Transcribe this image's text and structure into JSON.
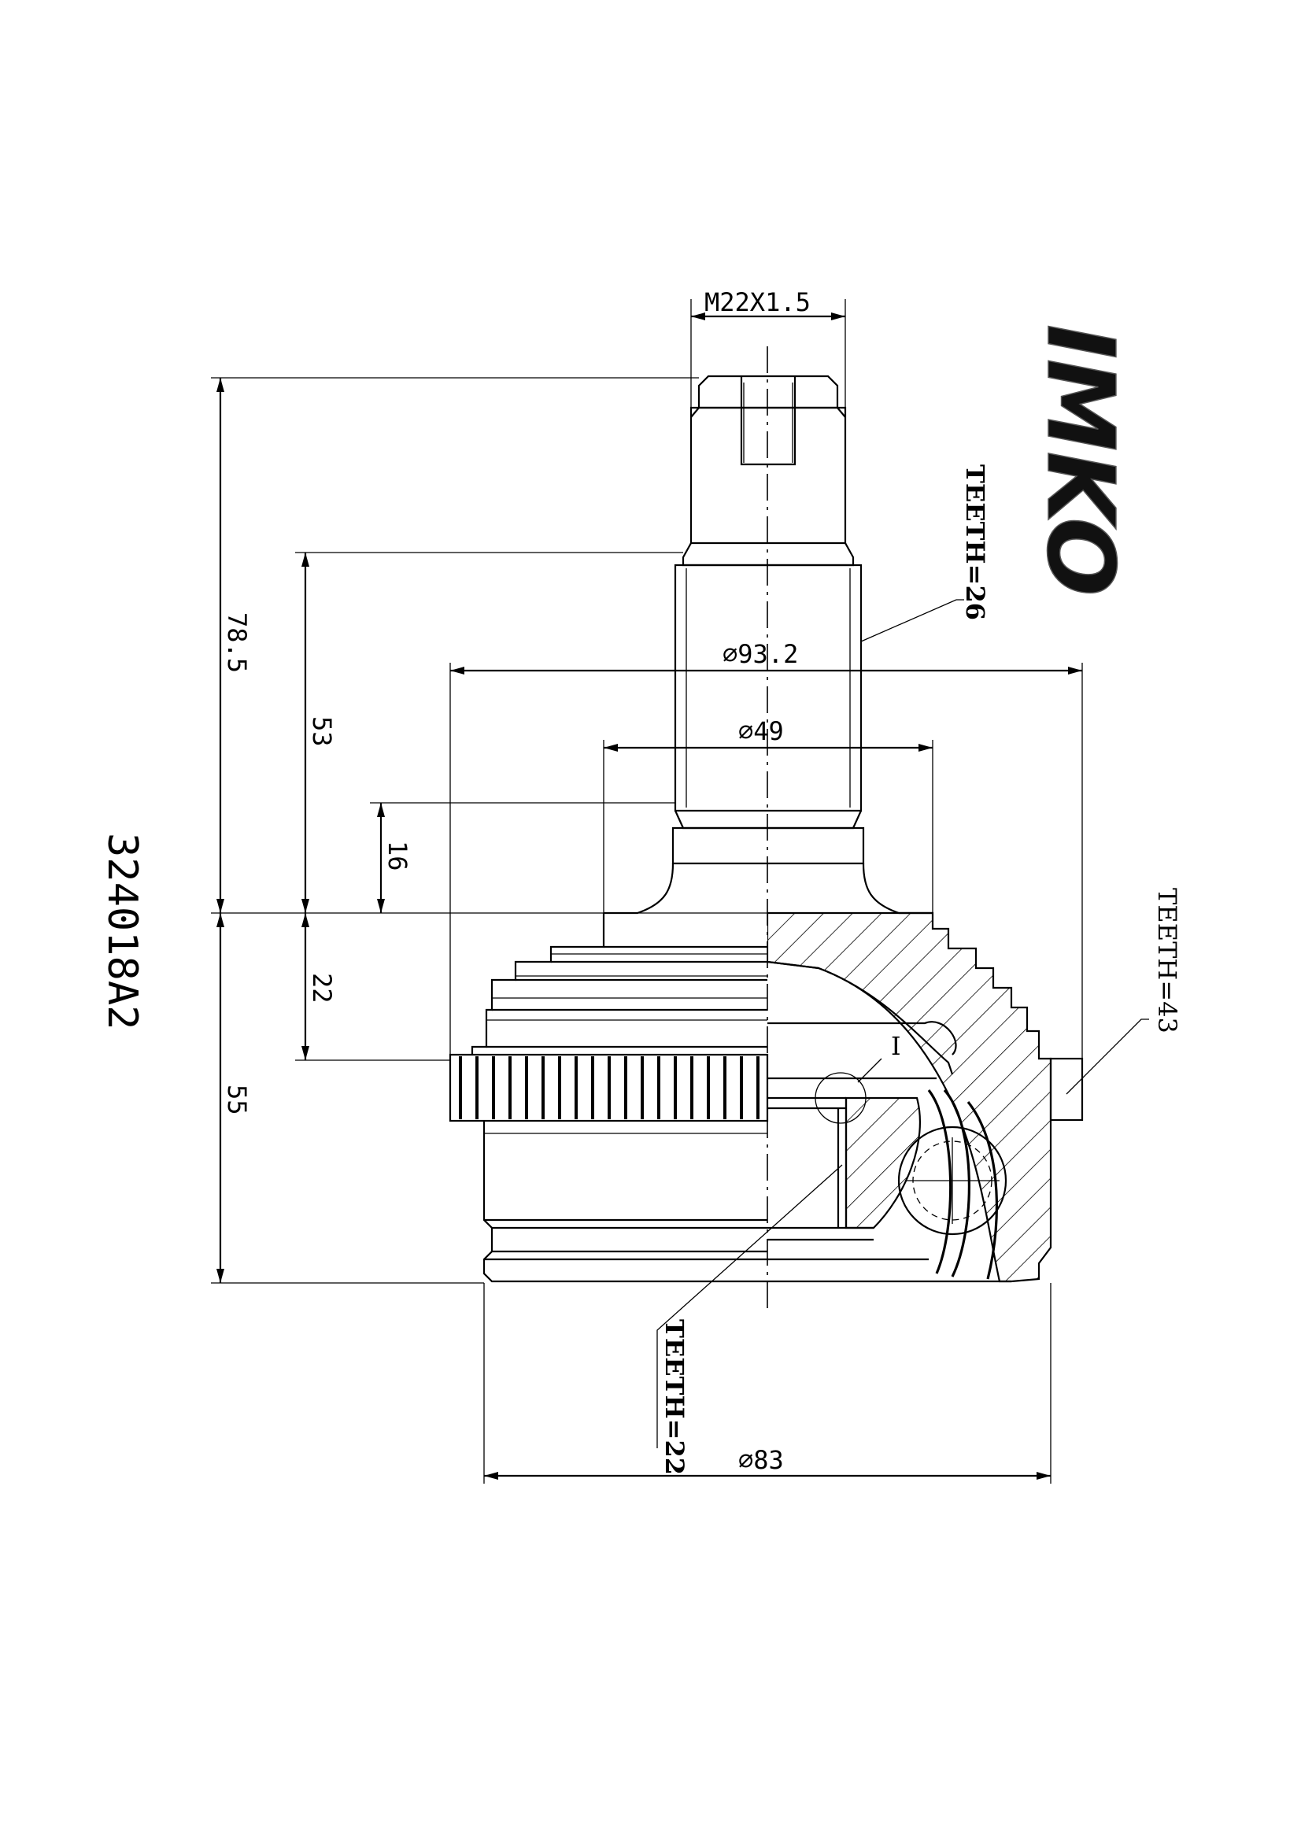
{
  "part_number": "324018A2",
  "brand_logo": "IMKO",
  "colors": {
    "line": "#000000",
    "background": "#ffffff"
  },
  "labels": {
    "thread": "M22X1.5",
    "outer_diameter": "⌀93.2",
    "inner_diameter": "⌀49",
    "body_diameter": "⌀83",
    "length_total": "78.5",
    "length_shaft": "53",
    "length_shoulder": "16",
    "length_bell": "22",
    "length_housing": "55",
    "teeth_shaft": "TEETH=26",
    "teeth_ring": "TEETH=43",
    "teeth_inner": "TEETH=22",
    "detail_mark": "I"
  }
}
